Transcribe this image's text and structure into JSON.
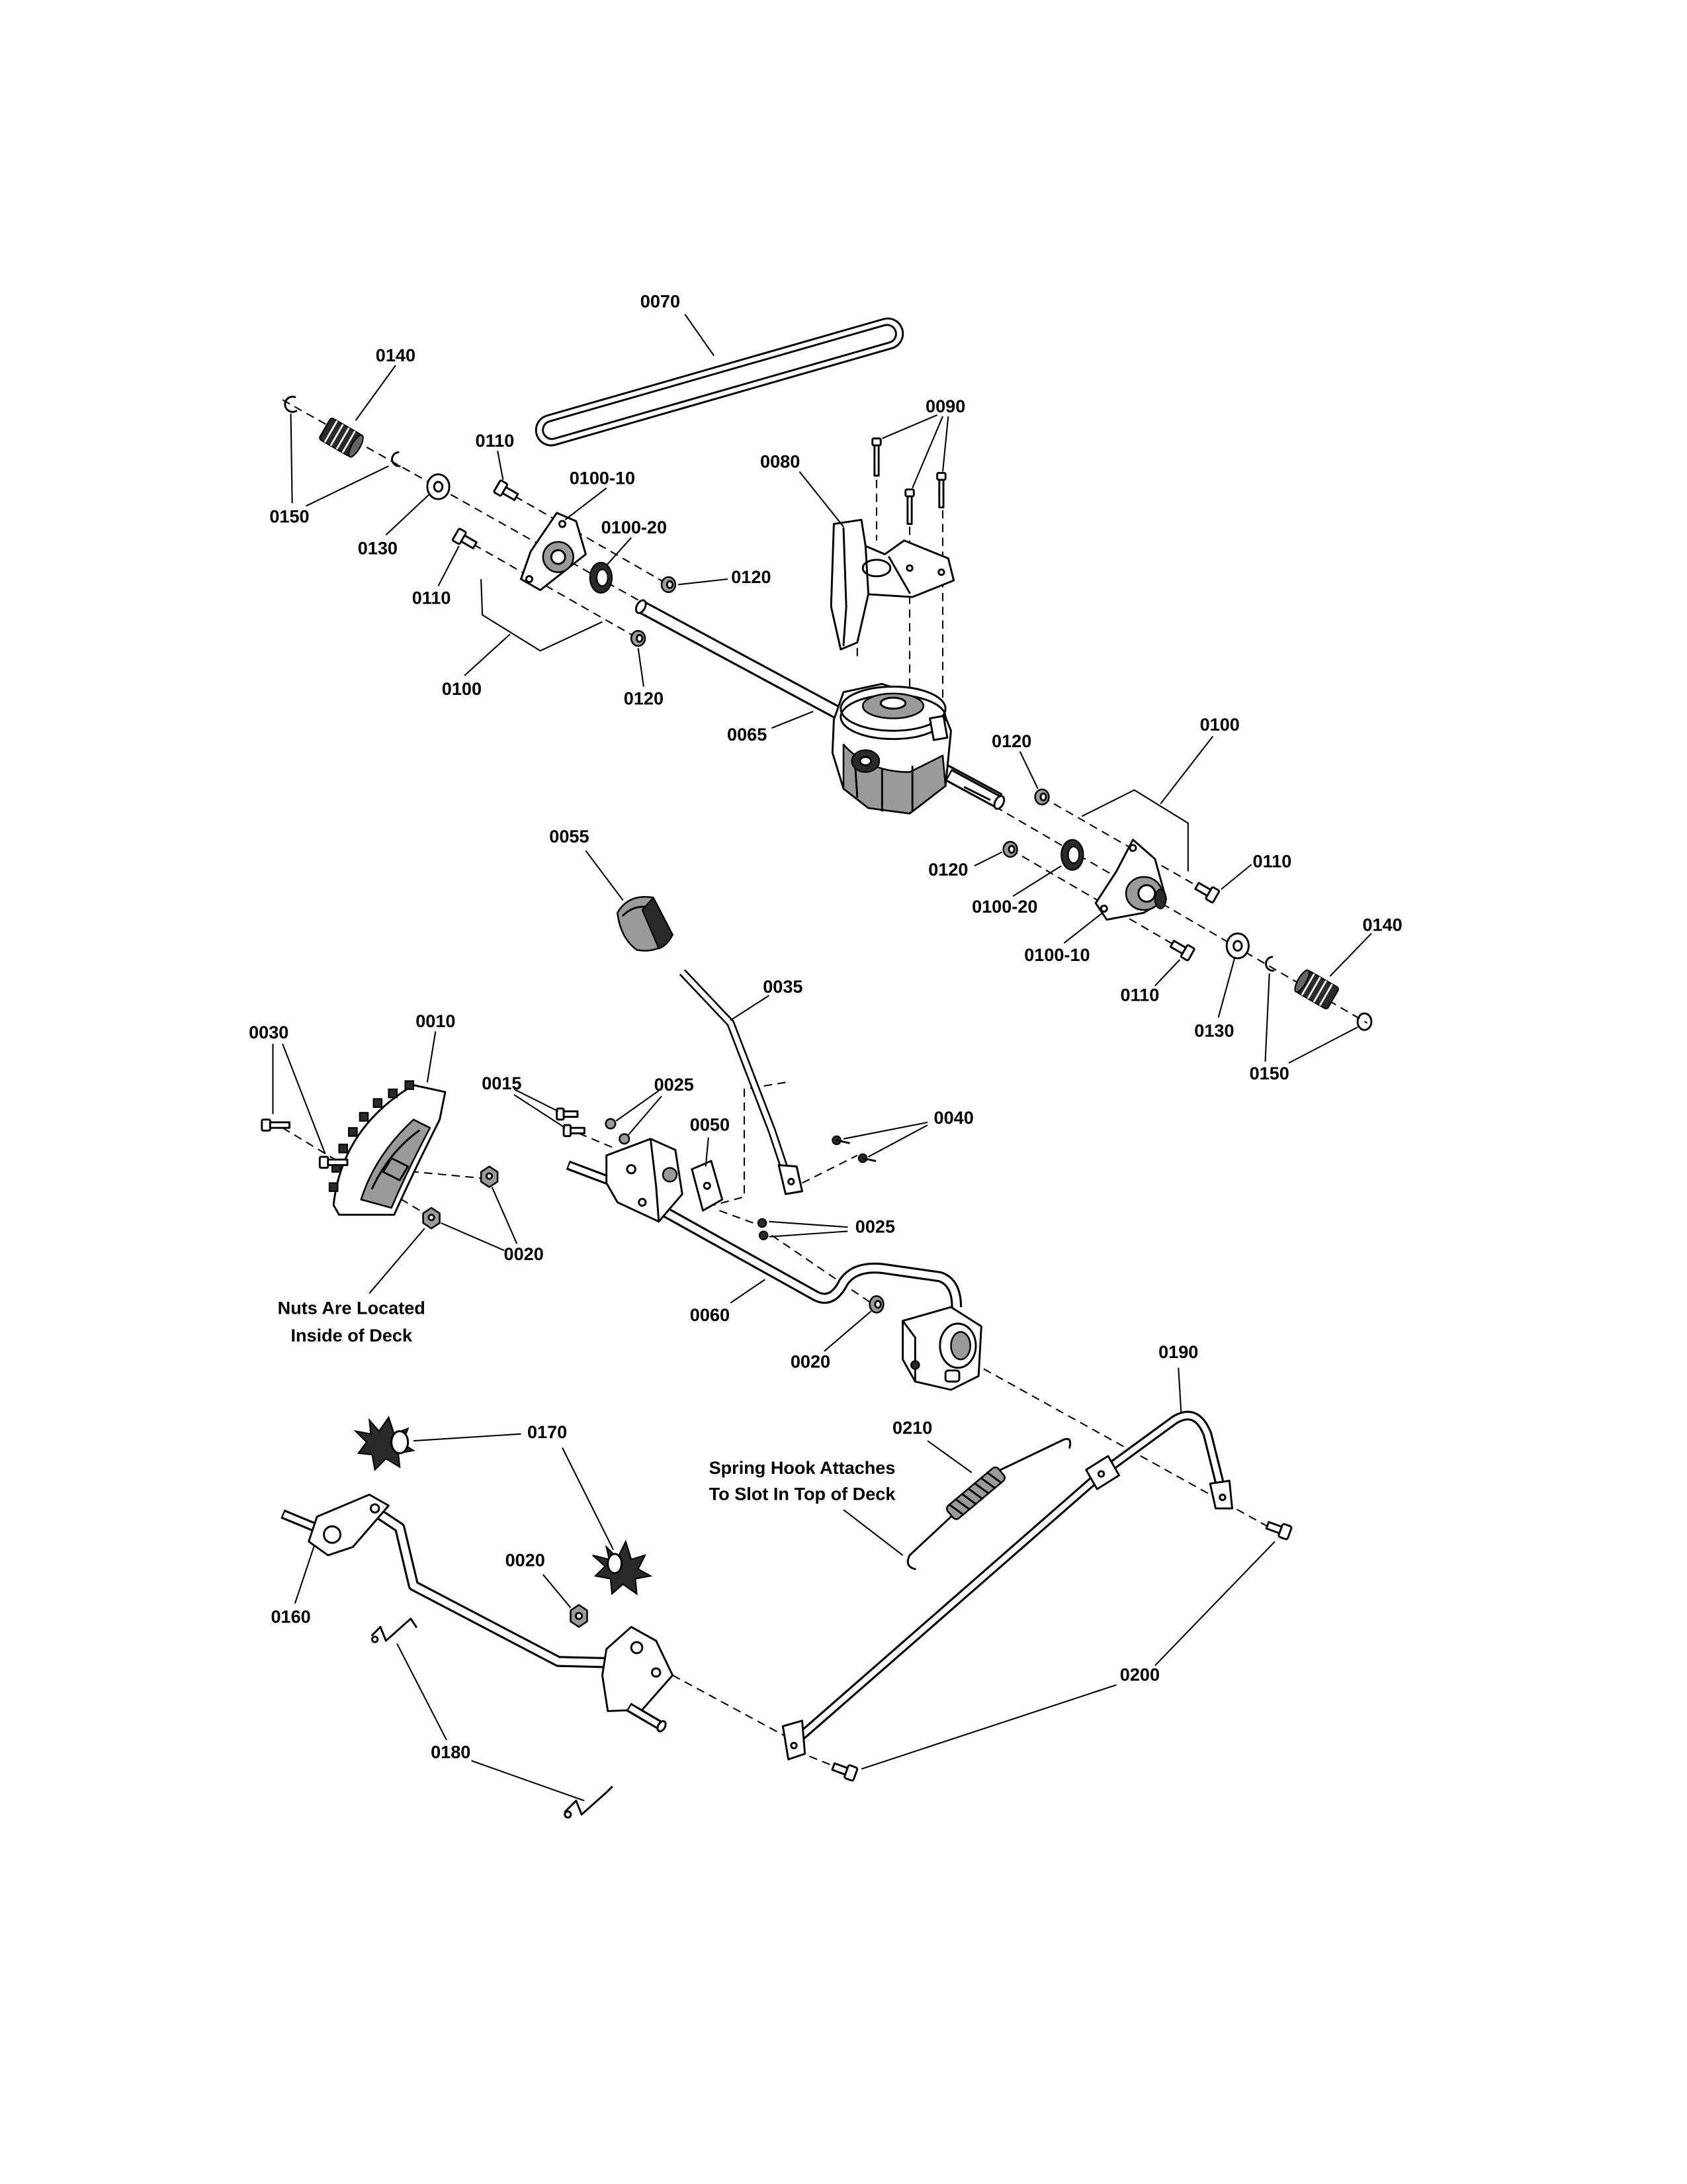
{
  "callouts": [
    "0070",
    "0140",
    "0110",
    "0090",
    "0080",
    "0100-10",
    "0100-20",
    "0150",
    "0130",
    "0120",
    "0110",
    "0100",
    "0120",
    "0065",
    "0100",
    "0120",
    "0110",
    "0120",
    "0100-20",
    "0100-10",
    "0055",
    "0140",
    "0035",
    "0110",
    "0130",
    "0150",
    "0030",
    "0010",
    "0015",
    "0025",
    "0040",
    "0050",
    "0025",
    "0020",
    "0060",
    "0020",
    "0190",
    "0170",
    "0210",
    "0020",
    "0160",
    "0200",
    "0180"
  ],
  "notes": {
    "nuts_location": [
      "Nuts Are Located",
      "Inside of Deck"
    ],
    "spring_hook": [
      "Spring Hook Attaches",
      "To Slot In Top of Deck"
    ]
  }
}
